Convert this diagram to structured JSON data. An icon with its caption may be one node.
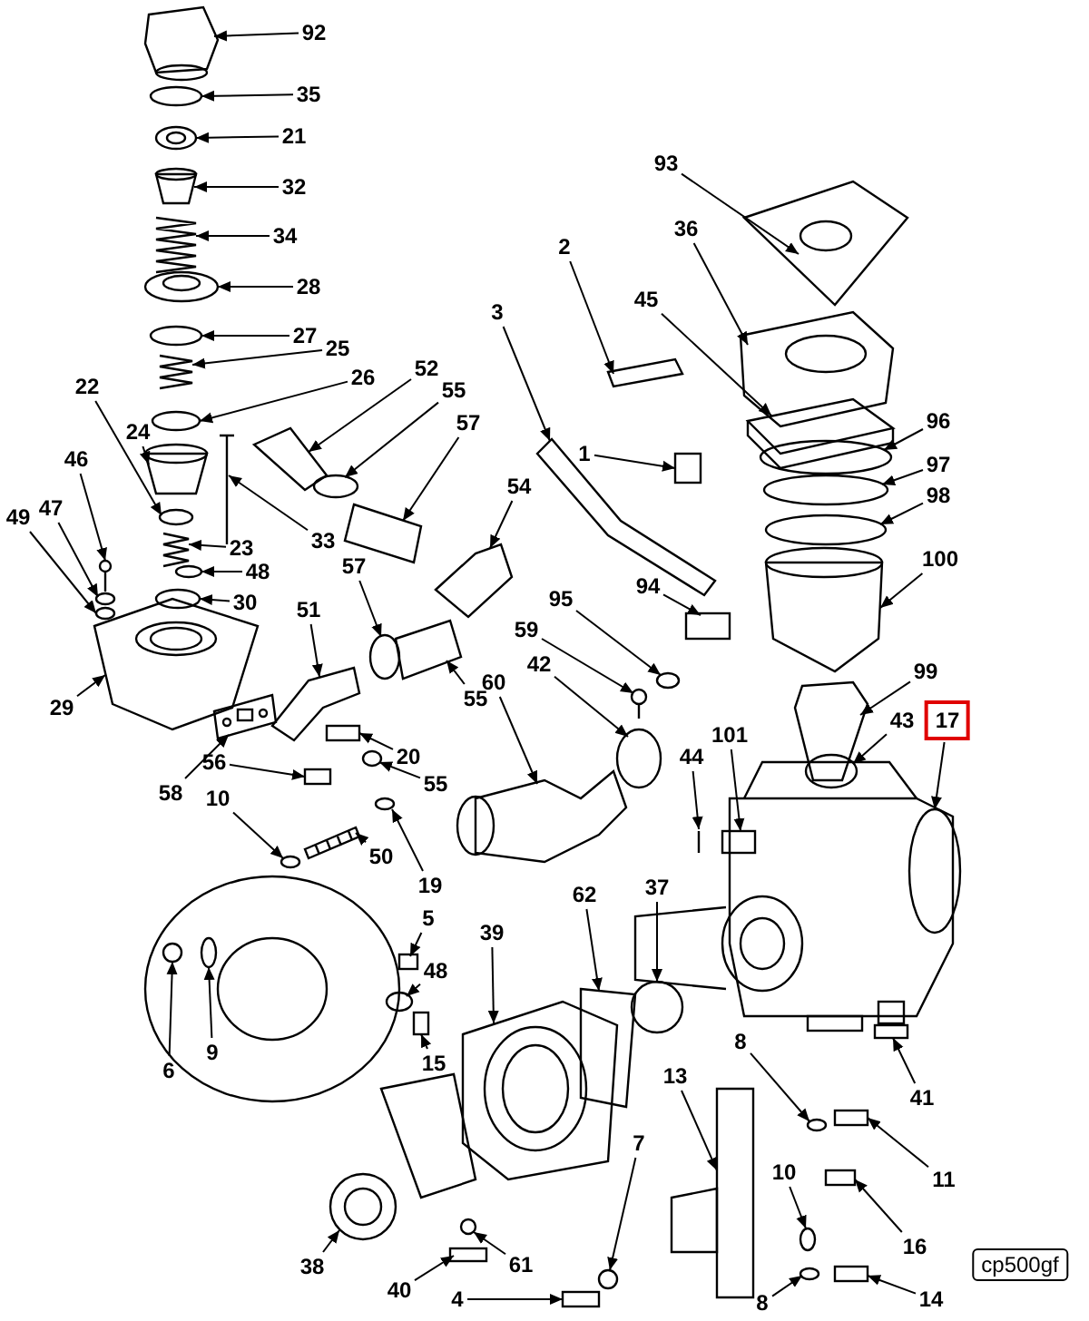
{
  "diagram": {
    "nodes": [
      {
        "text": [
          "92"
        ]
      },
      {
        "text": [
          "35"
        ]
      },
      {
        "text": [
          "21"
        ]
      },
      {
        "text": [
          "32"
        ]
      },
      {
        "text": [
          "34"
        ]
      },
      {
        "text": [
          "28"
        ]
      },
      {
        "text": [
          "27"
        ]
      },
      {
        "text": [
          "93"
        ]
      },
      {
        "text": [
          "36"
        ]
      },
      {
        "text": [
          "2"
        ]
      },
      {
        "text": [
          "3"
        ]
      },
      {
        "text": [
          "45"
        ]
      },
      {
        "text": [
          "25"
        ]
      },
      {
        "text": [
          "26"
        ]
      },
      {
        "text": [
          "52"
        ]
      },
      {
        "text": [
          "22"
        ]
      },
      {
        "text": [
          "55"
        ]
      },
      {
        "text": [
          "96"
        ]
      },
      {
        "text": [
          "57"
        ]
      },
      {
        "text": [
          "24"
        ]
      },
      {
        "text": [
          "46"
        ]
      },
      {
        "text": [
          "1"
        ]
      },
      {
        "text": [
          "97"
        ]
      },
      {
        "text": [
          "54"
        ]
      },
      {
        "text": [
          "98"
        ]
      },
      {
        "text": [
          "47"
        ]
      },
      {
        "text": [
          "49"
        ]
      },
      {
        "text": [
          "33"
        ]
      },
      {
        "text": [
          "23"
        ]
      },
      {
        "text": [
          "100"
        ]
      },
      {
        "text": [
          "57"
        ]
      },
      {
        "text": [
          "48"
        ]
      },
      {
        "text": [
          "94"
        ]
      },
      {
        "text": [
          "95"
        ]
      },
      {
        "text": [
          "30"
        ]
      },
      {
        "text": [
          "51"
        ]
      },
      {
        "text": [
          "59"
        ]
      },
      {
        "text": [
          "42"
        ]
      },
      {
        "text": [
          "99"
        ]
      },
      {
        "text": [
          "60"
        ]
      },
      {
        "text": [
          "55"
        ]
      },
      {
        "text": [
          "29"
        ]
      },
      {
        "text": [
          "43"
        ]
      },
      {
        "text": [
          "17"
        ]
      },
      {
        "text": [
          "101"
        ]
      },
      {
        "text": [
          "44"
        ]
      },
      {
        "text": [
          "20"
        ]
      },
      {
        "text": [
          "56"
        ]
      },
      {
        "text": [
          "58"
        ]
      },
      {
        "text": [
          "55"
        ]
      },
      {
        "text": [
          "10"
        ]
      },
      {
        "text": [
          "50"
        ]
      },
      {
        "text": [
          "19"
        ]
      },
      {
        "text": [
          "62"
        ]
      },
      {
        "text": [
          "37"
        ]
      },
      {
        "text": [
          "5"
        ]
      },
      {
        "text": [
          "39"
        ]
      },
      {
        "text": [
          "48"
        ]
      },
      {
        "text": [
          "8"
        ]
      },
      {
        "text": [
          "15"
        ]
      },
      {
        "text": [
          "6"
        ]
      },
      {
        "text": [
          "9"
        ]
      },
      {
        "text": [
          "13"
        ]
      },
      {
        "text": [
          "41"
        ]
      },
      {
        "text": [
          "7"
        ]
      },
      {
        "text": [
          "10"
        ]
      },
      {
        "text": [
          "11"
        ]
      },
      {
        "text": [
          "16"
        ]
      },
      {
        "text": [
          "38"
        ]
      },
      {
        "text": [
          "40"
        ]
      },
      {
        "text": [
          "61"
        ]
      },
      {
        "text": [
          "4"
        ]
      },
      {
        "text": [
          "8"
        ]
      },
      {
        "text": [
          "14"
        ]
      },
      {
        "text": [
          "cp500gf"
        ]
      },
      {
        "text": [],
        "shape": "picture"
      },
      {
        "text": [],
        "shape": "circle"
      },
      {
        "text": [],
        "shape": "picture"
      },
      {
        "text": [],
        "shape": "picture"
      },
      {
        "text": [],
        "shape": "picture"
      },
      {
        "text": [],
        "shape": "picture"
      },
      {
        "text": [],
        "shape": "circle"
      },
      {
        "text": [],
        "shape": "picture"
      },
      {
        "text": [],
        "shape": "picture"
      },
      {
        "text": [],
        "shape": "picture"
      },
      {
        "text": [],
        "shape": "picture"
      },
      {
        "text": [],
        "shape": "picture"
      },
      {
        "text": [],
        "shape": "picture"
      },
      {
        "text": [],
        "shape": "circle"
      },
      {
        "text": [],
        "shape": "picture"
      },
      {
        "text": [],
        "shape": "circle"
      },
      {
        "text": [],
        "shape": "circle"
      },
      {
        "text": [],
        "shape": "circle"
      },
      {
        "text": [],
        "shape": "picture"
      },
      {
        "text": [],
        "shape": "picture"
      },
      {
        "text": [],
        "shape": "picture"
      },
      {
        "text": [],
        "shape": "box"
      },
      {
        "text": [],
        "shape": "circle"
      },
      {
        "text": [],
        "shape": "picture"
      },
      {
        "text": [],
        "shape": "circle"
      },
      {
        "text": [],
        "shape": "circle"
      },
      {
        "text": [],
        "shape": "circle"
      },
      {
        "text": [],
        "shape": "picture"
      },
      {
        "text": [],
        "shape": "picture"
      },
      {
        "text": [],
        "shape": "picture"
      },
      {
        "text": [],
        "shape": "circle"
      },
      {
        "text": [],
        "shape": "circle"
      },
      {
        "text": [],
        "shape": "box"
      },
      {
        "text": [],
        "shape": "circle"
      },
      {
        "text": [],
        "shape": "circle"
      },
      {
        "text": [],
        "shape": "picture"
      },
      {
        "text": [],
        "shape": "picture"
      },
      {
        "text": [],
        "shape": "circle"
      },
      {
        "text": [],
        "shape": "picture"
      },
      {
        "text": [],
        "shape": "picture"
      },
      {
        "text": [],
        "shape": "picture"
      },
      {
        "text": [],
        "shape": "picture"
      },
      {
        "text": [],
        "shape": "circle"
      },
      {
        "text": [],
        "shape": "picture"
      },
      {
        "text": [],
        "shape": "box"
      },
      {
        "text": [],
        "shape": "picture"
      },
      {
        "text": [],
        "shape": "box"
      },
      {
        "text": [],
        "shape": "box"
      },
      {
        "text": [],
        "shape": "picture"
      },
      {
        "text": [],
        "shape": "circle"
      },
      {
        "text": [],
        "shape": "circle"
      },
      {
        "text": [],
        "shape": "picture"
      },
      {
        "text": [],
        "shape": "circle"
      },
      {
        "text": [],
        "shape": "picture"
      },
      {
        "text": [],
        "shape": "circle"
      },
      {
        "text": [],
        "shape": "box"
      },
      {
        "text": [],
        "shape": "picture"
      },
      {
        "text": [],
        "shape": "circle"
      },
      {
        "text": [],
        "shape": "circle"
      },
      {
        "text": [],
        "shape": "box"
      },
      {
        "text": [],
        "shape": "circle"
      },
      {
        "text": [],
        "shape": "circle"
      },
      {
        "text": [],
        "shape": "picture"
      },
      {
        "text": [],
        "shape": "picture"
      },
      {
        "text": [],
        "shape": "circle"
      },
      {
        "text": [],
        "shape": "circle"
      },
      {
        "text": [],
        "shape": "box"
      },
      {
        "text": [],
        "shape": "box"
      },
      {
        "text": [],
        "shape": "picture"
      },
      {
        "text": [],
        "shape": "box"
      },
      {
        "text": [],
        "shape": "circle"
      },
      {
        "text": [],
        "shape": "box"
      },
      {
        "text": [],
        "shape": "circle"
      },
      {
        "text": [],
        "shape": "box"
      }
    ],
    "edges": [
      {
        "from": 0,
        "to": 75,
        "arrow": "to"
      },
      {
        "from": 1,
        "to": 76,
        "arrow": "to"
      },
      {
        "from": 2,
        "to": 77,
        "arrow": "to"
      },
      {
        "from": 3,
        "to": 78,
        "arrow": "to"
      },
      {
        "from": 4,
        "to": 79,
        "arrow": "to"
      },
      {
        "from": 5,
        "to": 80,
        "arrow": "to"
      },
      {
        "from": 6,
        "to": 81,
        "arrow": "to"
      },
      {
        "from": 7,
        "to": 82,
        "arrow": "to"
      },
      {
        "from": 8,
        "to": 83,
        "arrow": "to"
      },
      {
        "from": 9,
        "to": 84,
        "arrow": "to"
      },
      {
        "from": 10,
        "to": 85,
        "arrow": "to"
      },
      {
        "from": 11,
        "to": 86,
        "arrow": "to"
      },
      {
        "from": 12,
        "to": 87,
        "arrow": "to"
      },
      {
        "from": 13,
        "to": 88,
        "arrow": "to"
      },
      {
        "from": 14,
        "to": 89,
        "arrow": "to"
      },
      {
        "from": 15,
        "to": 90,
        "arrow": "to"
      },
      {
        "from": 16,
        "to": 91,
        "arrow": "to"
      },
      {
        "from": 17,
        "to": 92,
        "arrow": "to"
      },
      {
        "from": 18,
        "to": 93,
        "arrow": "to"
      },
      {
        "from": 19,
        "to": 94,
        "arrow": "to"
      },
      {
        "from": 20,
        "to": 95,
        "arrow": "to"
      },
      {
        "from": 21,
        "to": 96,
        "arrow": "to"
      },
      {
        "from": 22,
        "to": 97,
        "arrow": "to"
      },
      {
        "from": 23,
        "to": 98,
        "arrow": "to"
      },
      {
        "from": 24,
        "to": 99,
        "arrow": "to"
      },
      {
        "from": 25,
        "to": 100,
        "arrow": "to"
      },
      {
        "from": 26,
        "to": 101,
        "arrow": "to"
      },
      {
        "from": 27,
        "to": 102,
        "arrow": "to"
      },
      {
        "from": 28,
        "to": 103,
        "arrow": "to"
      },
      {
        "from": 29,
        "to": 104,
        "arrow": "to"
      },
      {
        "from": 30,
        "to": 105,
        "arrow": "to"
      },
      {
        "from": 31,
        "to": 106,
        "arrow": "to"
      },
      {
        "from": 32,
        "to": 107,
        "arrow": "to"
      },
      {
        "from": 33,
        "to": 108,
        "arrow": "to"
      },
      {
        "from": 34,
        "to": 109,
        "arrow": "to"
      },
      {
        "from": 35,
        "to": 110,
        "arrow": "to"
      },
      {
        "from": 36,
        "to": 111,
        "arrow": "to"
      },
      {
        "from": 37,
        "to": 112,
        "arrow": "to"
      },
      {
        "from": 38,
        "to": 113,
        "arrow": "to"
      },
      {
        "from": 39,
        "to": 114,
        "arrow": "to"
      },
      {
        "from": 40,
        "to": 115,
        "arrow": "to"
      },
      {
        "from": 41,
        "to": 116,
        "arrow": "to"
      },
      {
        "from": 42,
        "to": 117,
        "arrow": "to"
      },
      {
        "from": 43,
        "to": 118,
        "arrow": "to"
      },
      {
        "from": 44,
        "to": 119,
        "arrow": "to"
      },
      {
        "from": 45,
        "to": 120,
        "arrow": "to"
      },
      {
        "from": 46,
        "to": 121,
        "arrow": "to"
      },
      {
        "from": 47,
        "to": 122,
        "arrow": "to"
      },
      {
        "from": 48,
        "to": 123,
        "arrow": "to"
      },
      {
        "from": 49,
        "to": 124,
        "arrow": "to"
      },
      {
        "from": 50,
        "to": 125,
        "arrow": "to"
      },
      {
        "from": 51,
        "to": 126,
        "arrow": "to"
      },
      {
        "from": 52,
        "to": 127,
        "arrow": "to"
      },
      {
        "from": 53,
        "to": 128,
        "arrow": "to"
      },
      {
        "from": 54,
        "to": 129,
        "arrow": "to"
      },
      {
        "from": 55,
        "to": 130,
        "arrow": "to"
      },
      {
        "from": 56,
        "to": 131,
        "arrow": "to"
      },
      {
        "from": 57,
        "to": 132,
        "arrow": "to"
      },
      {
        "from": 58,
        "to": 133,
        "arrow": "to"
      },
      {
        "from": 59,
        "to": 134,
        "arrow": "to"
      },
      {
        "from": 60,
        "to": 135,
        "arrow": "to"
      },
      {
        "from": 61,
        "to": 136,
        "arrow": "to"
      },
      {
        "from": 62,
        "to": 137,
        "arrow": "to"
      },
      {
        "from": 63,
        "to": 138,
        "arrow": "to"
      },
      {
        "from": 64,
        "to": 139,
        "arrow": "to"
      },
      {
        "from": 65,
        "to": 140,
        "arrow": "to"
      },
      {
        "from": 66,
        "to": 141,
        "arrow": "to"
      },
      {
        "from": 67,
        "to": 142,
        "arrow": "to"
      },
      {
        "from": 68,
        "to": 143,
        "arrow": "to"
      },
      {
        "from": 69,
        "to": 144,
        "arrow": "to"
      },
      {
        "from": 70,
        "to": 145,
        "arrow": "to"
      },
      {
        "from": 71,
        "to": 146,
        "arrow": "to"
      },
      {
        "from": 72,
        "to": 147,
        "arrow": "to"
      },
      {
        "from": 73,
        "to": 148,
        "arrow": "to"
      }
    ]
  }
}
